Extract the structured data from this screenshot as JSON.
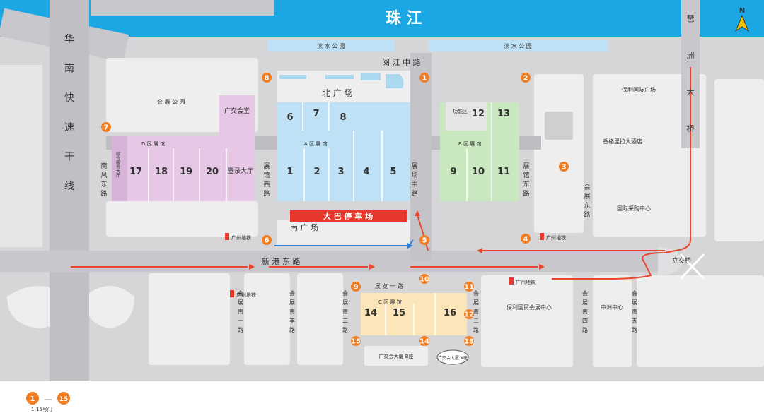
{
  "colors": {
    "river": "#1aa7e3",
    "road": "#d6d6d8",
    "block": "#eeeeef",
    "zone_a": "#bfe1f6",
    "zone_b": "#c9e8bf",
    "zone_c": "#fae6b9",
    "zone_d": "#e6c7e6",
    "gate": "#f07d21",
    "route_red": "#e8452c",
    "route_blue": "#2d7fd6",
    "bus_parking": "#e8372c"
  },
  "compass": {
    "label": "N",
    "icon": "north-arrow-icon"
  },
  "river": {
    "label": "珠    江"
  },
  "parks": {
    "binjiang_1": "滨 水 公 园",
    "binjiang_2": "滨 水 公 园",
    "huizhan": "会 展 公 园"
  },
  "roads": {
    "yuejiang": "阅   江   中   路",
    "xingang": "新   港   东   路",
    "huanan": "华南快速干线",
    "liede": "琶洲大桥",
    "zhanguan_west": "展馆西路",
    "zhanguan_central": "展场中路",
    "zhanguan_east": "展馆东路",
    "nanfeng_east": "南风东路",
    "huizhan_east": "会展东路",
    "zhanlan_yi": "展 览 一 路",
    "huizhan_nan_yi": "会展南一路",
    "huizhan_nan_feng": "会展南丰路",
    "huizhan_nan_er": "会展南二路",
    "huizhan_nan_san": "会展南三路",
    "huizhan_nan_si": "会展南四路",
    "huizhan_nan_wu": "会展南五路",
    "lijiaoqiao": "立交桥"
  },
  "squares": {
    "north": "北   广   场",
    "south": "南   广   场"
  },
  "buildings": {
    "baoli_plaza": "保利国际广场",
    "hotel": "香格里拉大酒店",
    "procurement": "国际采购中心",
    "baoli_trade": "保利国贸会展中心",
    "zhongzhou": "中洲中心",
    "guangjiao_hall": "广交会堂",
    "registration": "登录大厅",
    "gongneng": "功能区",
    "comprehensive": "综合服务大厅",
    "guangjiao_b": "广交会大厦 B座",
    "guangjiao_a": "广交会大厦 A座"
  },
  "zones": {
    "a_label": "A    区    展    馆",
    "b_label": "B    区    展    馆",
    "c_label": "C    区    展    馆",
    "d_label": "D    区    展    馆"
  },
  "halls": [
    "1",
    "2",
    "3",
    "4",
    "5",
    "6",
    "7",
    "8",
    "9",
    "10",
    "11",
    "12",
    "13",
    "14",
    "15",
    "16",
    "17",
    "18",
    "19",
    "20"
  ],
  "bus_parking": {
    "label": "大 巴 停 车 场"
  },
  "metro": {
    "label": "广州地铁"
  },
  "gates": [
    "1",
    "2",
    "3",
    "4",
    "5",
    "6",
    "7",
    "8",
    "9",
    "10",
    "11",
    "12",
    "13",
    "14",
    "15"
  ],
  "legend": {
    "from": "1",
    "dash": "—",
    "to": "15",
    "caption": "1-15号门"
  }
}
